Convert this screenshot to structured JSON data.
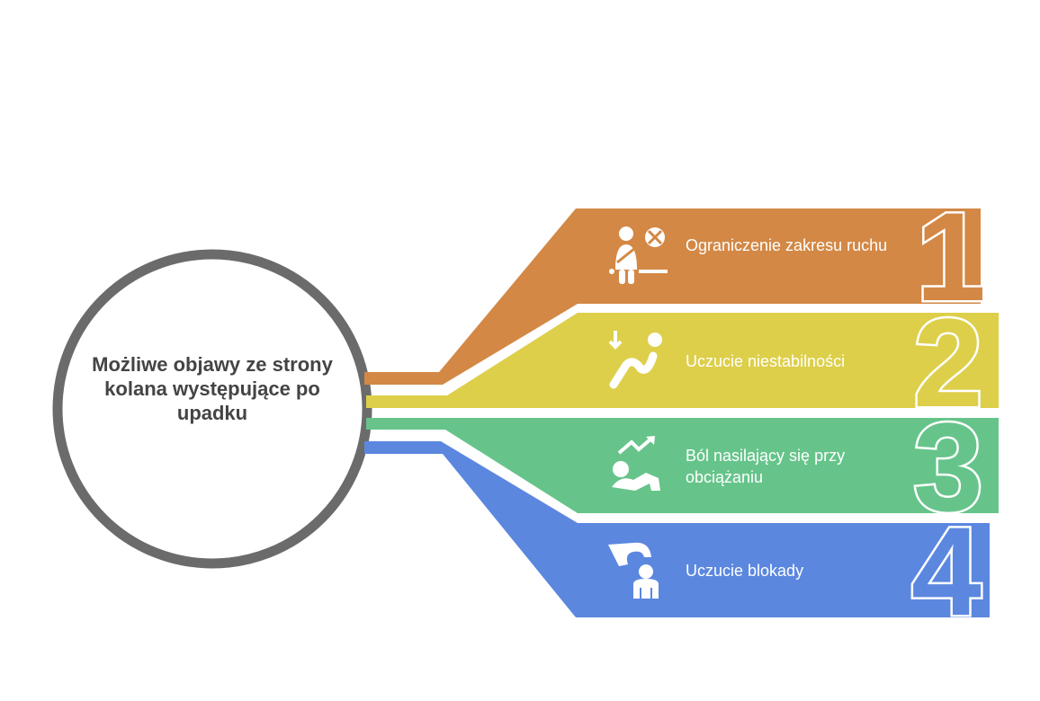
{
  "center": {
    "title": "Możliwe objawy ze strony kolana występujące po upadku"
  },
  "items": [
    {
      "number": "1",
      "label": "Ograniczenie zakresu ruchu",
      "icon": "seatbelt-person-icon",
      "color": "#D38845"
    },
    {
      "number": "2",
      "label": "Uczucie niestabilności",
      "icon": "falling-person-icon",
      "color": "#DDCF4A"
    },
    {
      "number": "3",
      "label": "Ból nasilający się przy obciążaniu",
      "icon": "pain-rising-icon",
      "color": "#66C48A"
    },
    {
      "number": "4",
      "label": "Uczucie blokady",
      "icon": "hand-holding-person-icon",
      "color": "#5B87DF"
    }
  ]
}
